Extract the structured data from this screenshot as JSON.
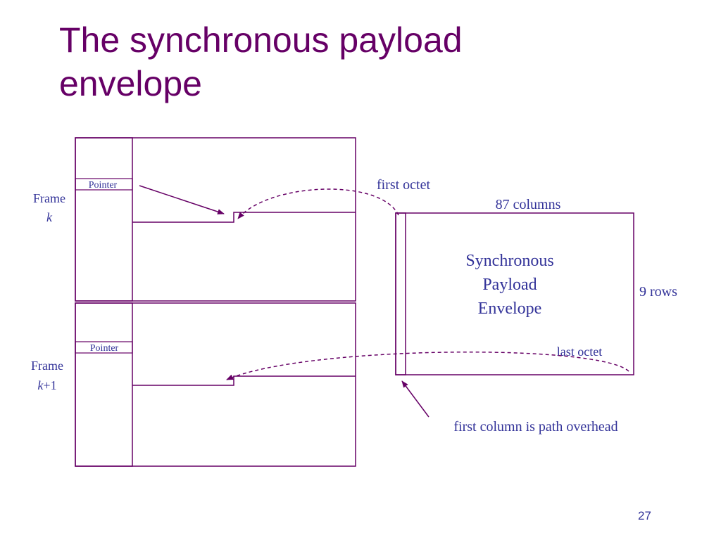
{
  "slide": {
    "title_line1": "The synchronous payload",
    "title_line2": "envelope",
    "page_number": "27"
  },
  "frame_k": {
    "label": "Frame",
    "index": "k",
    "pointer_label": "Pointer"
  },
  "frame_k1": {
    "label": "Frame",
    "index": "k",
    "index_suffix": "+1",
    "pointer_label": "Pointer"
  },
  "spe": {
    "name_line1": "Synchronous",
    "name_line2": "Payload",
    "name_line3": "Envelope",
    "columns_label": "87 columns",
    "rows_label": "9 rows",
    "first_octet_label": "first octet",
    "last_octet_label": "last octet",
    "first_column_label": "first column is path overhead"
  },
  "colors": {
    "title": "#660066",
    "line": "#660066",
    "text": "#333399"
  }
}
